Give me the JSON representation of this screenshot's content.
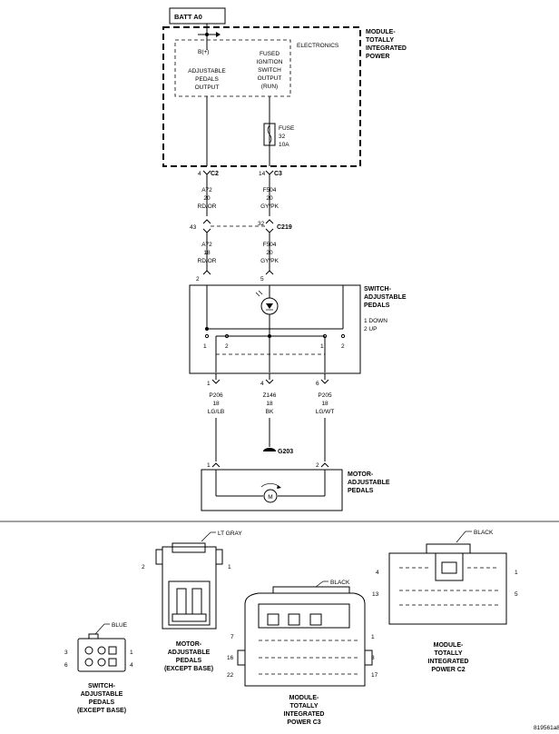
{
  "batt_label": "BATT A0",
  "module_pcm": {
    "lines": [
      "MODULE-",
      "TOTALLY",
      "INTEGRATED",
      "POWER"
    ]
  },
  "electronics": "ELECTRONICS",
  "b_plus": "B(+)",
  "adj_output": [
    "ADJUSTABLE",
    "PEDALS",
    "OUTPUT"
  ],
  "fused_output": [
    "FUSED",
    "IGNITION",
    "SWITCH",
    "OUTPUT",
    "(RUN)"
  ],
  "fuse": [
    "FUSE",
    "32",
    "10A"
  ],
  "c2": {
    "pin": "4",
    "name": "C2"
  },
  "c3": {
    "pin": "14",
    "name": "C3"
  },
  "wire_a72_top": [
    "A72",
    "20",
    "RD/OR"
  ],
  "wire_f504_top": [
    "F504",
    "20",
    "GY/PK"
  ],
  "c219": {
    "pin_left": "43",
    "pin_right": "32",
    "name": "C219"
  },
  "wire_a72_bot": [
    "A72",
    "18",
    "RD/OR"
  ],
  "wire_f504_bot": [
    "F504",
    "20",
    "GY/PK"
  ],
  "sw_pin_left": "2",
  "sw_pin_right": "5",
  "switch_label": [
    "SWITCH-",
    "ADJUSTABLE",
    "PEDALS"
  ],
  "switch_legend": [
    "1 DOWN",
    "2 UP"
  ],
  "sw_contacts": {
    "l1": "1",
    "l2": "2",
    "r1": "1",
    "r2": "2"
  },
  "bottom_pins": {
    "p1": "1",
    "p4": "4",
    "p6": "6"
  },
  "wire_p206": [
    "P206",
    "18",
    "LG/LB"
  ],
  "wire_z146": [
    "Z146",
    "18",
    "BK"
  ],
  "wire_p205": [
    "P205",
    "18",
    "LG/WT"
  ],
  "ground": "G203",
  "motor_pins": {
    "left": "1",
    "right": "2"
  },
  "motor_label": [
    "MOTOR-",
    "ADJUSTABLE",
    "PEDALS"
  ],
  "motor_symbol": "M",
  "conn_motor": {
    "color": "LT GRAY",
    "pin_left": "2",
    "pin_right": "1",
    "label": [
      "MOTOR-",
      "ADJUSTABLE",
      "PEDALS",
      "(EXCEPT BASE)"
    ]
  },
  "conn_switch": {
    "color": "BLUE",
    "pins": [
      "3",
      "6",
      "1",
      "4"
    ],
    "label": [
      "SWITCH-",
      "ADJUSTABLE",
      "PEDALS",
      "(EXCEPT BASE)"
    ]
  },
  "conn_c3": {
    "color": "BLACK",
    "pins": [
      "7",
      "16",
      "22",
      "1",
      "8",
      "17"
    ],
    "label": [
      "MODULE-",
      "TOTALLY",
      "INTEGRATED",
      "POWER C3"
    ]
  },
  "conn_c2": {
    "color": "BLACK",
    "pins": [
      "4",
      "13",
      "1",
      "5"
    ],
    "label": [
      "MODULE-",
      "TOTALLY",
      "INTEGRATED",
      "POWER C2"
    ]
  },
  "figure_id": "819561a8"
}
